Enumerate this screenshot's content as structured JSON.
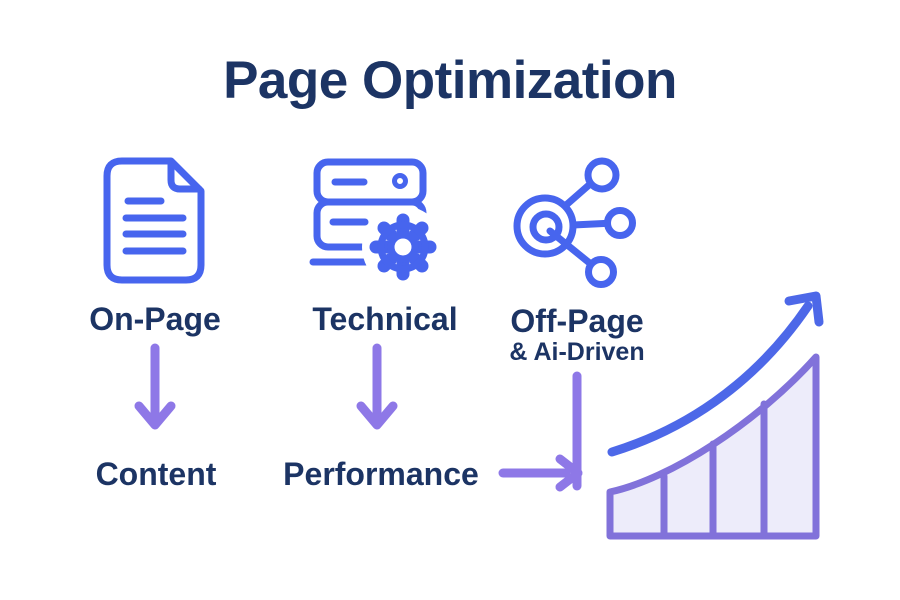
{
  "title": "Page Optimization",
  "columns": [
    {
      "label": "On-Page",
      "icon": "document-icon",
      "output": "Content"
    },
    {
      "label": "Technical",
      "icon": "server-gear-icon",
      "output": "Performance"
    },
    {
      "label": "Off-Page",
      "sublabel": "& Ai-Driven",
      "icon": "share-network-icon",
      "output": "growth-chart"
    }
  ],
  "flows": [
    {
      "from": "On-Page",
      "to": "Content",
      "connector": "down-arrow"
    },
    {
      "from": "Technical",
      "to": "Performance",
      "connector": "down-arrow"
    },
    {
      "from": "Off-Page & Ai-Driven",
      "to": "growth-chart",
      "connector": "down-line"
    },
    {
      "from": "Performance",
      "to": "growth-chart",
      "connector": "right-arrow"
    }
  ],
  "growth_chart": {
    "style": "segmented-area",
    "bars": 4,
    "trend": "increasing",
    "overlay": "rising-arrow"
  },
  "colors": {
    "navy": "#1C3464",
    "icon-blue": "#4765EE",
    "arrow-purple": "#8E78E7",
    "chart-stroke": "#8172DA",
    "chart-fill": "#EDECFA",
    "swoosh-blue": "#4D68E8",
    "background": "#FFFFFF"
  }
}
